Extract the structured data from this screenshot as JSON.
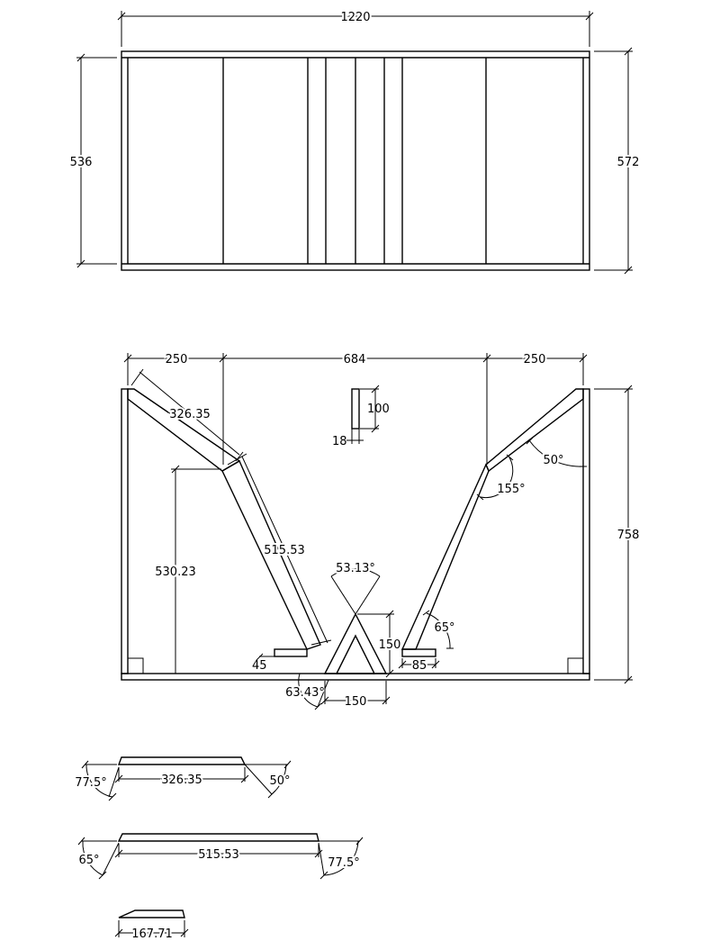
{
  "top_view": {
    "width": "1220",
    "inner_height": "536",
    "outer_height": "572"
  },
  "front_view": {
    "left_offset": "250",
    "middle_span": "684",
    "right_offset": "250",
    "upper_left_board": "326.35",
    "lower_left_board": "515.53",
    "left_height": "530.23",
    "slot_depth": "100",
    "slot_width": "18",
    "right_angle_top": "50°",
    "right_bend_angle": "155°",
    "peak_angle": "53.13°",
    "peak_height": "150",
    "right_foot_angle": "65°",
    "right_foot_length": "85",
    "left_foot_offset": "45",
    "base_angle": "63.43°",
    "peak_base": "150",
    "total_height": "758"
  },
  "parts": {
    "part1": {
      "left_angle": "77.5°",
      "length": "326.35",
      "right_angle": "50°"
    },
    "part2": {
      "left_angle": "65°",
      "length": "515.53",
      "right_angle": "77.5°"
    },
    "part3": {
      "length": "167.71"
    }
  }
}
